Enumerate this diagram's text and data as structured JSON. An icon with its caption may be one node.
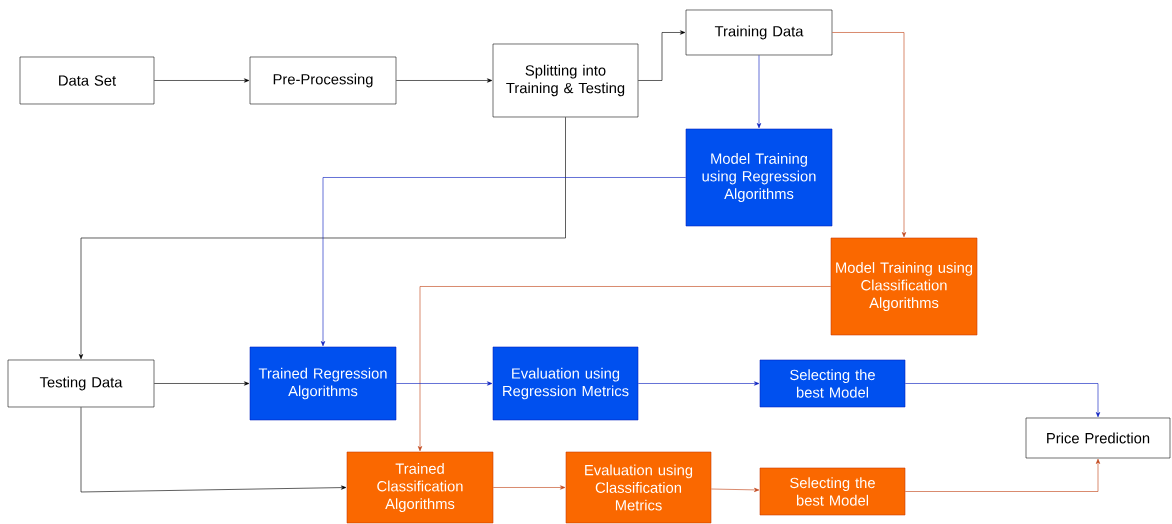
{
  "diagram": {
    "nodes": [
      {
        "text": [
          "Data Set"
        ]
      },
      {
        "text": [
          "Pre-Processing"
        ]
      },
      {
        "text": [
          "Splitting into Training & Testing"
        ]
      },
      {
        "text": [
          "Training Data"
        ]
      },
      {
        "text": [
          "Model Training using Regression Algorithms"
        ]
      },
      {
        "text": [
          "Model Training using Classification Algorithms"
        ]
      },
      {
        "text": [
          "Testing Data"
        ]
      },
      {
        "text": [
          "Trained Regression Algorithms"
        ]
      },
      {
        "text": [
          "Evaluation using Regression Metrics"
        ]
      },
      {
        "text": [
          "Selecting the best Model"
        ]
      },
      {
        "text": [
          "Price Prediction"
        ]
      },
      {
        "text": [
          "Trained Classification Algorithms"
        ]
      },
      {
        "text": [
          "Evaluation using Classification Metrics"
        ]
      },
      {
        "text": [
          "Selecting the best Model"
        ]
      }
    ],
    "edges": [
      {
        "from": 0,
        "to": 1,
        "arrow": "to"
      },
      {
        "from": 1,
        "to": 2,
        "arrow": "to"
      },
      {
        "from": 2,
        "to": 3,
        "arrow": "to"
      },
      {
        "from": 3,
        "to": 4,
        "arrow": "to",
        "color": "#0a1fbf"
      },
      {
        "from": 3,
        "to": 5,
        "arrow": "to",
        "color": "#c2461a"
      },
      {
        "from": 2,
        "to": 6,
        "arrow": "to"
      },
      {
        "from": 4,
        "to": 7,
        "arrow": "to",
        "color": "#0a1fbf"
      },
      {
        "from": 5,
        "to": 11,
        "arrow": "to",
        "color": "#c2461a"
      },
      {
        "from": 6,
        "to": 7,
        "arrow": "to"
      },
      {
        "from": 6,
        "to": 11,
        "arrow": "to"
      },
      {
        "from": 7,
        "to": 8,
        "arrow": "to",
        "color": "#0a1fbf"
      },
      {
        "from": 8,
        "to": 9,
        "arrow": "to",
        "color": "#0a1fbf"
      },
      {
        "from": 9,
        "to": 10,
        "arrow": "to",
        "color": "#0a1fbf"
      },
      {
        "from": 11,
        "to": 12,
        "arrow": "to",
        "color": "#c2461a"
      },
      {
        "from": 12,
        "to": 13,
        "arrow": "to",
        "color": "#c2461a"
      },
      {
        "from": 13,
        "to": 10,
        "arrow": "to",
        "color": "#c2461a"
      }
    ]
  }
}
